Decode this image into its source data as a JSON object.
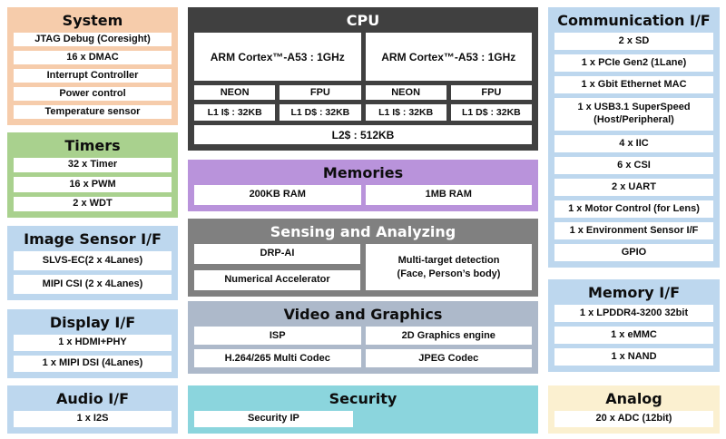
{
  "colors": {
    "system": "#F6CCAB",
    "timers": "#A9D18E",
    "lightblue": "#BDD7EE",
    "cpu": "#404040",
    "memories": "#B993DB",
    "sensing": "#808080",
    "video": "#ADB9CA",
    "security": "#8BD5DD",
    "analog": "#FBF0D0"
  },
  "left": {
    "system": {
      "title": "System",
      "items": [
        "JTAG Debug (Coresight)",
        "16 x DMAC",
        "Interrupt Controller",
        "Power control",
        "Temperature sensor"
      ]
    },
    "timers": {
      "title": "Timers",
      "items": [
        "32 x Timer",
        "16 x PWM",
        "2 x WDT"
      ]
    },
    "image_sensor": {
      "title": "Image Sensor I/F",
      "items": [
        "SLVS-EC(2 x 4Lanes)",
        "MIPI CSI (2 x 4Lanes)"
      ]
    },
    "display": {
      "title": "Display I/F",
      "items": [
        "1 x HDMI+PHY",
        "1 x MIPI DSI (4Lanes)"
      ]
    },
    "audio": {
      "title": "Audio I/F",
      "items": [
        "1 x I2S"
      ]
    }
  },
  "center": {
    "cpu": {
      "title": "CPU",
      "cores": [
        "ARM Cortex™-A53  : 1GHz",
        "ARM Cortex™-A53  : 1GHz"
      ],
      "units": [
        "NEON",
        "FPU",
        "NEON",
        "FPU"
      ],
      "caches": [
        "L1 I$ : 32KB",
        "L1 D$ : 32KB",
        "L1 I$ : 32KB",
        "L1 D$ : 32KB"
      ],
      "l2": "L2$ : 512KB"
    },
    "memories": {
      "title": "Memories",
      "items": [
        "200KB RAM",
        "1MB RAM"
      ]
    },
    "sensing": {
      "title": "Sensing and Analyzing",
      "accelerators": [
        "DRP-AI",
        "Numerical Accelerator"
      ],
      "detection_line1": "Multi-target detection",
      "detection_line2": "(Face, Person’s body)"
    },
    "video": {
      "title": "Video and Graphics",
      "items": [
        "ISP",
        "2D Graphics engine",
        "H.264/265 Multi Codec",
        "JPEG Codec"
      ]
    },
    "security": {
      "title": "Security",
      "items": [
        "Security IP"
      ]
    }
  },
  "right": {
    "communication": {
      "title": "Communication I/F",
      "items": [
        "2 x SD",
        "1 x PCIe Gen2 (1Lane)",
        "1 x Gbit Ethernet MAC",
        "1 x USB3.1 SuperSpeed (Host/Peripheral)",
        "4 x IIC",
        "6 x CSI",
        "2 x UART",
        "1 x Motor Control (for Lens)",
        "1 x Environment Sensor I/F",
        "GPIO"
      ]
    },
    "memory_if": {
      "title": "Memory I/F",
      "items": [
        "1 x LPDDR4-3200 32bit",
        "1 x eMMC",
        "1 x NAND"
      ]
    },
    "analog": {
      "title": "Analog",
      "items": [
        "20 x ADC (12bit)"
      ]
    }
  }
}
